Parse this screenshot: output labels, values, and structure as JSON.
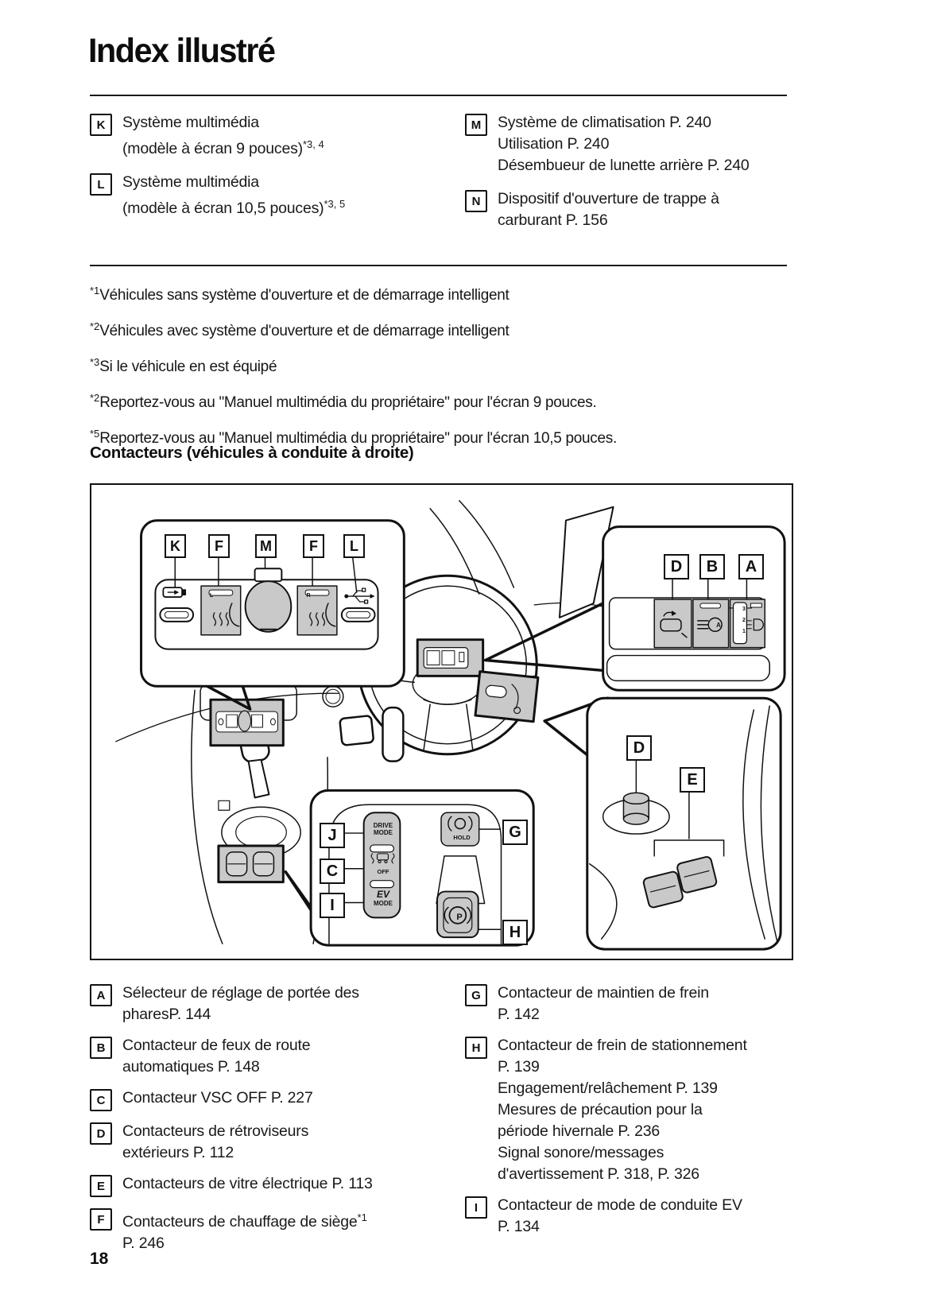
{
  "page": {
    "title": "Index illustré",
    "page_number": "18"
  },
  "top_list": {
    "left": [
      {
        "letter": "K",
        "line1": "Système multimédia",
        "line2": "(modèle à écran 9 pouces)",
        "sup": "*3, 4"
      },
      {
        "letter": "L",
        "line1": "Système multimédia",
        "line2": "(modèle à écran 10,5 pouces)",
        "sup": "*3, 5"
      }
    ],
    "right": [
      {
        "letter": "M",
        "lines": [
          "Système de climatisation P. 240",
          "Utilisation P. 240",
          "Désembueur de lunette arrière P. 240"
        ]
      },
      {
        "letter": "N",
        "lines": [
          "Dispositif d'ouverture de trappe à",
          "carburant P. 156"
        ]
      }
    ]
  },
  "footnotes": [
    {
      "sup": "*1",
      "text": "Véhicules sans système d'ouverture et de démarrage intelligent"
    },
    {
      "sup": "*2",
      "text": "Véhicules avec système d'ouverture et de démarrage intelligent"
    },
    {
      "sup": "*3",
      "text": "Si le véhicule en est équipé"
    },
    {
      "sup": "*2",
      "text": "Reportez-vous au \"Manuel multimédia du propriétaire\" pour l'écran 9 pouces."
    },
    {
      "sup": "*5",
      "text": "Reportez-vous au \"Manuel multimédia du propriétaire\" pour l'écran 10,5 pouces."
    }
  ],
  "section_heading": "Contacteurs (véhicules à conduite à droite)",
  "illustration": {
    "callouts": {
      "k": "K",
      "f1": "F",
      "m": "M",
      "f2": "F",
      "l": "L",
      "d": "D",
      "b": "B",
      "a": "A",
      "j": "J",
      "c": "C",
      "i": "I",
      "g": "G",
      "h": "H",
      "d2": "D",
      "e": "E"
    },
    "button_labels": {
      "drive1": "DRIVE",
      "drive2": "MODE",
      "off": "OFF",
      "ev": "EV",
      "ev_mode": "MODE",
      "hold": "HOLD",
      "park": "P",
      "auto_beam": "A",
      "seat_left": "L",
      "seat_right": "R",
      "dial3": "3",
      "dial2": "2",
      "dial1": "1"
    }
  },
  "legend": {
    "left": [
      {
        "letter": "A",
        "lines": [
          "Sélecteur de réglage de portée des",
          "pharesP. 144"
        ]
      },
      {
        "letter": "B",
        "lines": [
          "Contacteur de feux de route",
          "automatiques P. 148"
        ]
      },
      {
        "letter": "C",
        "lines": [
          "Contacteur VSC OFF P. 227"
        ]
      },
      {
        "letter": "D",
        "lines": [
          "Contacteurs de rétroviseurs",
          "extérieurs P. 112"
        ]
      },
      {
        "letter": "E",
        "lines": [
          "Contacteurs de vitre électrique P. 113"
        ]
      },
      {
        "letter": "F",
        "main": "Contacteurs de chauffage de siège",
        "sup": "*1",
        "line2": "P. 246"
      }
    ],
    "right": [
      {
        "letter": "G",
        "lines": [
          "Contacteur de maintien de frein",
          "P. 142"
        ]
      },
      {
        "letter": "H",
        "lines": [
          "Contacteur de frein de stationnement",
          "P. 139",
          "Engagement/relâchement P. 139",
          "Mesures de précaution pour la",
          "période hivernale P. 236",
          "Signal sonore/messages",
          "d'avertissement P. 318, P. 326"
        ]
      },
      {
        "letter": "I",
        "lines": [
          "Contacteur de mode de conduite EV",
          "P. 134"
        ]
      }
    ]
  }
}
